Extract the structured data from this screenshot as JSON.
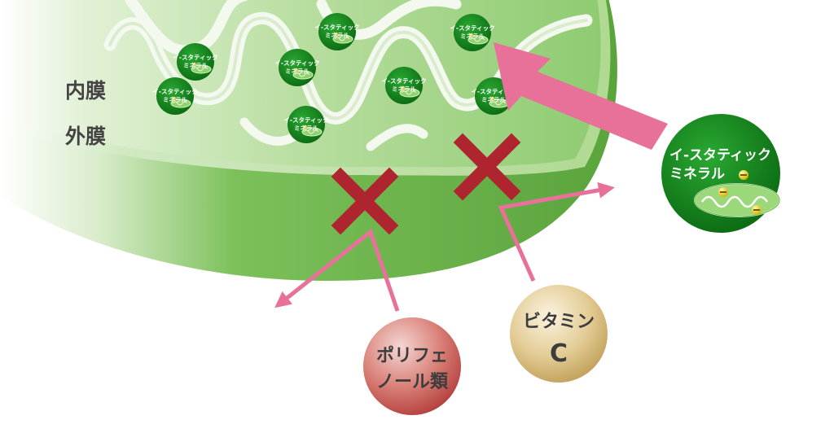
{
  "labels": {
    "inner_membrane": "内膜",
    "outer_membrane": "外膜"
  },
  "mineral": {
    "line1": "イ-スタティック",
    "line2": "ミネラル"
  },
  "nutrients": {
    "polyphenol_line1": "ポリフェ",
    "polyphenol_line2": "ノール類",
    "vitaminc_line1": "ビタミン",
    "vitaminc_line2": "C"
  },
  "colors": {
    "mito_green": "#6ab84a",
    "mineral_green": "#148c1e",
    "arrow_pink": "#e8719a",
    "block_red": "#ae2530",
    "polyphenol": "#c64a4a",
    "vitamin_c": "#c8ad6a"
  }
}
